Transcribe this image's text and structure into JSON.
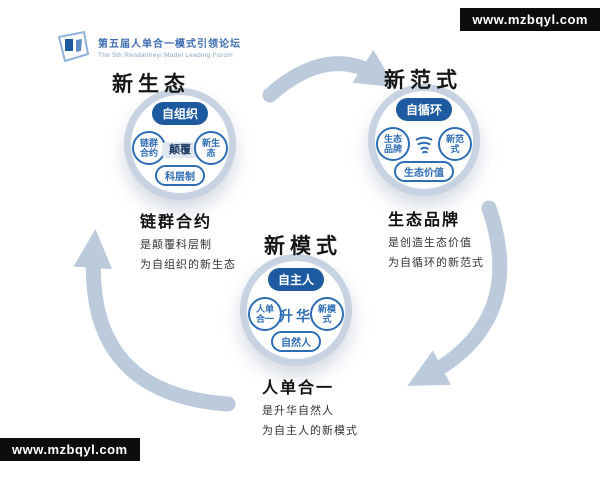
{
  "banner": {
    "url": "www.mzbqyl.com"
  },
  "logo": {
    "title_cn": "第五届人单合一模式引领论坛",
    "title_en": "The 5th Rendanheyi Model Leading Forum"
  },
  "colors": {
    "primary_blue": "#1d5aa0",
    "accent_blue": "#2e6db4",
    "ring_gray_blue": "#c7d3e2",
    "arrow_gray_blue": "#bccbdc",
    "banner_bg": "#0d0d0d"
  },
  "nodes": [
    {
      "title": "新生态",
      "center_pill": "自组织",
      "left_circle": "链群合约",
      "middle": "颠覆",
      "right_circle": "新生态",
      "bottom_pill": "科层制",
      "caption_title": "链群合约",
      "caption_line1": "是颠覆科层制",
      "caption_line2": "为自组织的新生态"
    },
    {
      "title": "新范式",
      "center_pill": "自循环",
      "left_circle": "生态品牌",
      "middle_icon": "spiral-icon",
      "right_circle": "新范式",
      "bottom_pill": "生态价值",
      "caption_title": "生态品牌",
      "caption_line1": "是创造生态价值",
      "caption_line2": "为自循环的新范式"
    },
    {
      "title": "新模式",
      "center_pill": "自主人",
      "left_circle": "人单合一",
      "middle": "升华",
      "right_circle": "新模式",
      "bottom_pill": "自然人",
      "caption_title": "人单合一",
      "caption_line1": "是升华自然人",
      "caption_line2": "为自主人的新模式"
    }
  ]
}
